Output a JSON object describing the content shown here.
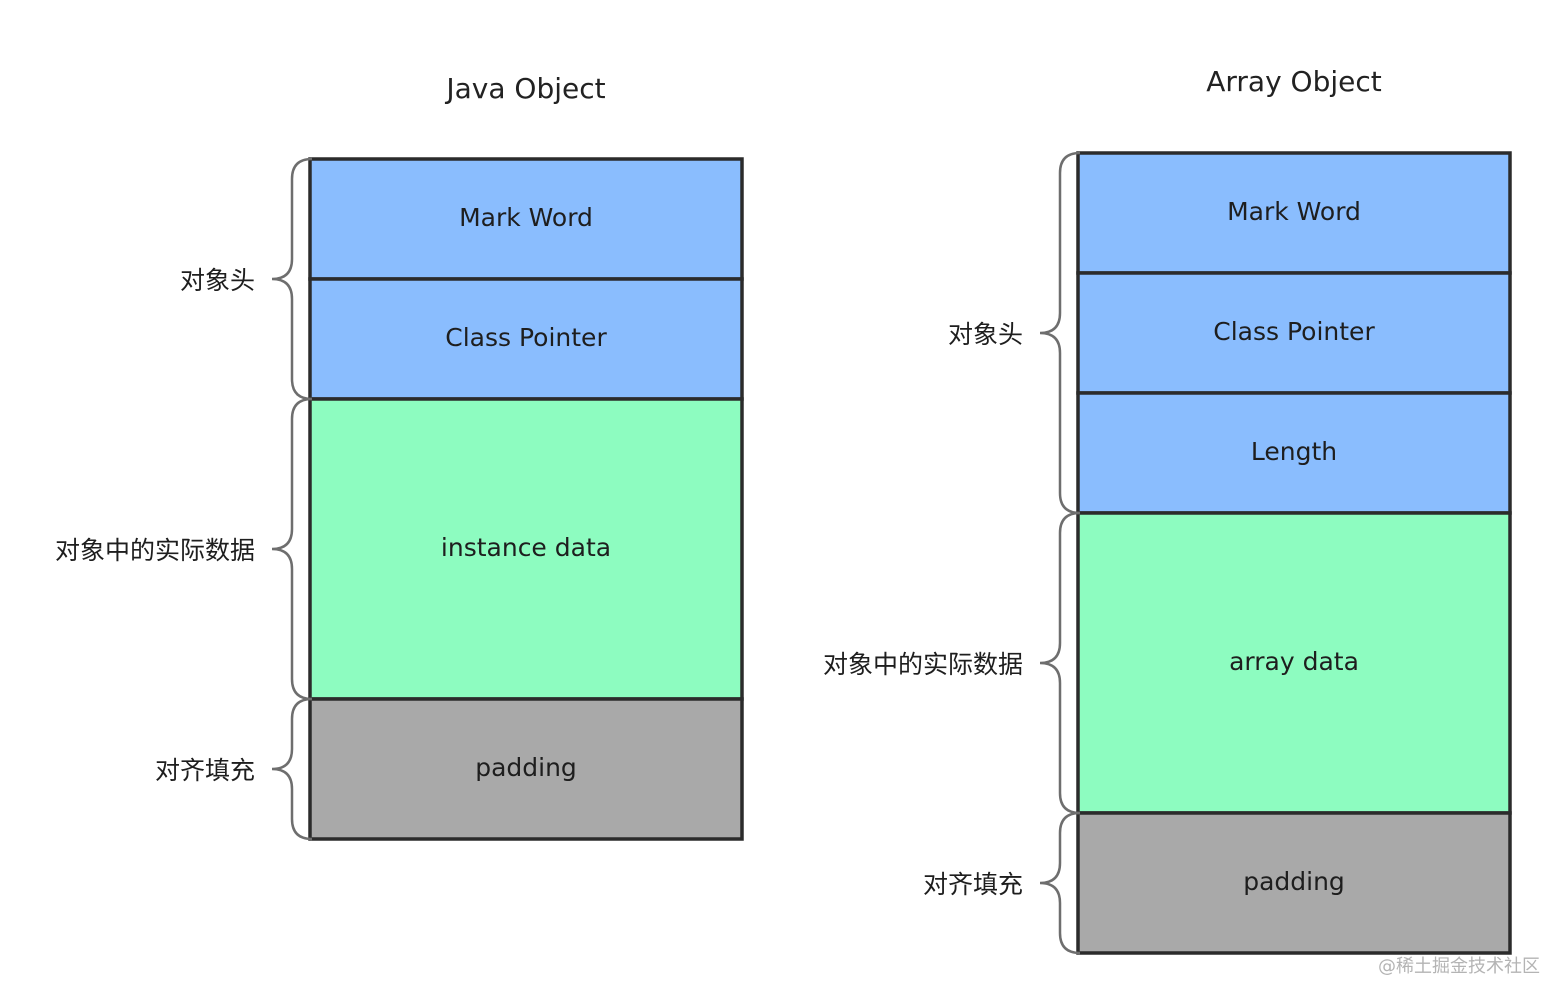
{
  "colors": {
    "header": "#8abdfe",
    "data": "#8dfcc0",
    "padding": "#a9a9a9",
    "border": "#2b2b2b",
    "brace": "#6e6e6e"
  },
  "java_object": {
    "title": "Java Object",
    "blocks": [
      {
        "label": "Mark Word",
        "kind": "header"
      },
      {
        "label": "Class Pointer",
        "kind": "header"
      },
      {
        "label": "instance data",
        "kind": "data"
      },
      {
        "label": "padding",
        "kind": "padding"
      }
    ],
    "groups": [
      {
        "label": "对象头"
      },
      {
        "label": "对象中的实际数据"
      },
      {
        "label": "对齐填充"
      }
    ]
  },
  "array_object": {
    "title": "Array Object",
    "blocks": [
      {
        "label": "Mark Word",
        "kind": "header"
      },
      {
        "label": "Class Pointer",
        "kind": "header"
      },
      {
        "label": "Length",
        "kind": "header"
      },
      {
        "label": "array data",
        "kind": "data"
      },
      {
        "label": "padding",
        "kind": "padding"
      }
    ],
    "groups": [
      {
        "label": "对象头"
      },
      {
        "label": "对象中的实际数据"
      },
      {
        "label": "对齐填充"
      }
    ]
  },
  "watermark": "@稀土掘金技术社区"
}
